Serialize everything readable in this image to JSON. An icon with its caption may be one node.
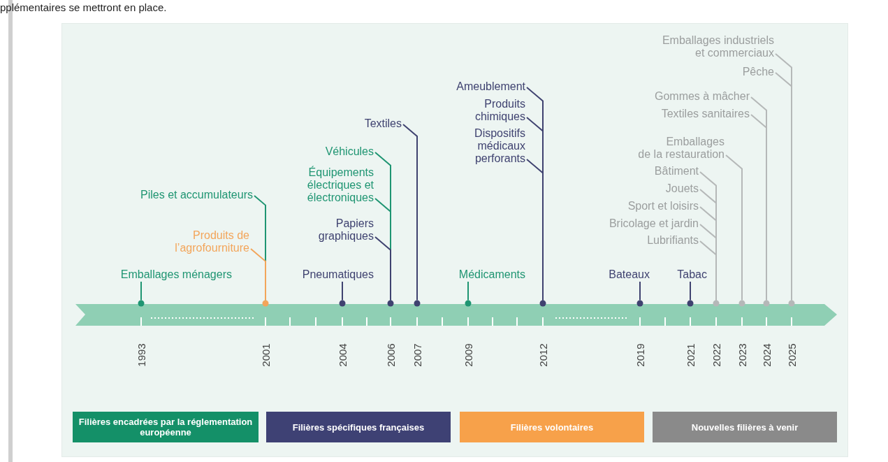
{
  "diagram": {
    "nodes": [
      {
        "text": [
          "Emballages ménagers"
        ]
      },
      {
        "text": [
          "Piles et accumulateurs"
        ]
      },
      {
        "text": [
          "Produits de l’agrofourniture"
        ]
      },
      {
        "text": [
          "Pneumatiques"
        ]
      },
      {
        "text": [
          "Véhicules"
        ]
      },
      {
        "text": [
          "Équipements électriques et électroniques"
        ]
      },
      {
        "text": [
          "Papiers graphiques"
        ]
      },
      {
        "text": [
          "Textiles"
        ]
      },
      {
        "text": [
          "Médicaments"
        ]
      },
      {
        "text": [
          "Ameublement"
        ]
      },
      {
        "text": [
          "Produits chimiques"
        ]
      },
      {
        "text": [
          "Dispositifs médicaux perforants"
        ]
      },
      {
        "text": [
          "Bateaux"
        ]
      },
      {
        "text": [
          "Tabac"
        ]
      },
      {
        "text": [
          "Bâtiment"
        ]
      },
      {
        "text": [
          "Jouets"
        ]
      },
      {
        "text": [
          "Sport et loisirs"
        ]
      },
      {
        "text": [
          "Bricolage et jardin"
        ]
      },
      {
        "text": [
          "Lubrifiants"
        ]
      },
      {
        "text": [
          "Emballages de la restauration"
        ]
      },
      {
        "text": [
          "Gommes à mâcher"
        ]
      },
      {
        "text": [
          "Textiles sanitaires"
        ]
      },
      {
        "text": [
          "Emballages industriels et commerciaux"
        ]
      },
      {
        "text": [
          "Pêche"
        ]
      },
      {
        "text": [],
        "shape": "circle",
        "beside": [
          "1993"
        ]
      },
      {
        "text": [],
        "shape": "circle",
        "beside": [
          "2001"
        ]
      },
      {
        "text": [],
        "shape": "circle",
        "beside": [
          "2004"
        ]
      },
      {
        "text": [],
        "shape": "circle",
        "beside": [
          "2006"
        ]
      },
      {
        "text": [],
        "shape": "circle",
        "beside": [
          "2007"
        ]
      },
      {
        "text": [],
        "shape": "circle",
        "beside": [
          "2009"
        ]
      },
      {
        "text": [],
        "shape": "circle",
        "beside": [
          "2012"
        ]
      },
      {
        "text": [],
        "shape": "circle",
        "beside": [
          "2019"
        ]
      },
      {
        "text": [],
        "shape": "circle",
        "beside": [
          "2021"
        ]
      },
      {
        "text": [],
        "shape": "circle",
        "beside": [
          "2022"
        ]
      },
      {
        "text": [],
        "shape": "circle",
        "beside": [
          "2023"
        ]
      },
      {
        "text": [],
        "shape": "circle",
        "beside": [
          "2024"
        ]
      },
      {
        "text": [],
        "shape": "circle",
        "beside": [
          "2025"
        ]
      }
    ],
    "edges": [
      {
        "from": 0,
        "to": 24,
        "arrow": "none",
        "color": "#1f9572"
      },
      {
        "from": 1,
        "to": 25,
        "arrow": "none",
        "color": "#1f9572"
      },
      {
        "from": 2,
        "to": 25,
        "arrow": "none",
        "color": "#f3a55a"
      },
      {
        "from": 3,
        "to": 26,
        "arrow": "none",
        "color": "#3f4270"
      },
      {
        "from": 4,
        "to": 27,
        "arrow": "none",
        "color": "#1f9572"
      },
      {
        "from": 5,
        "to": 27,
        "arrow": "none",
        "color": "#1f9572"
      },
      {
        "from": 6,
        "to": 27,
        "arrow": "none",
        "color": "#3f4270"
      },
      {
        "from": 7,
        "to": 28,
        "arrow": "none",
        "color": "#3f4270"
      },
      {
        "from": 8,
        "to": 29,
        "arrow": "none",
        "color": "#1f9572"
      },
      {
        "from": 9,
        "to": 30,
        "arrow": "none",
        "color": "#3f4270"
      },
      {
        "from": 10,
        "to": 30,
        "arrow": "none",
        "color": "#3f4270"
      },
      {
        "from": 11,
        "to": 30,
        "arrow": "none",
        "color": "#3f4270"
      },
      {
        "from": 12,
        "to": 31,
        "arrow": "none",
        "color": "#3f4270"
      },
      {
        "from": 13,
        "to": 32,
        "arrow": "none",
        "color": "#3f4270"
      },
      {
        "from": 14,
        "to": 33,
        "arrow": "none"
      },
      {
        "from": 15,
        "to": 33,
        "arrow": "none"
      },
      {
        "from": 16,
        "to": 33,
        "arrow": "none"
      },
      {
        "from": 17,
        "to": 33,
        "arrow": "none"
      },
      {
        "from": 18,
        "to": 33,
        "arrow": "none"
      },
      {
        "from": 19,
        "to": 34,
        "arrow": "none"
      },
      {
        "from": 20,
        "to": 35,
        "arrow": "none"
      },
      {
        "from": 21,
        "to": 35,
        "arrow": "none"
      },
      {
        "from": 22,
        "to": 36,
        "arrow": "none"
      },
      {
        "from": 23,
        "to": 36,
        "arrow": "none"
      }
    ],
    "labels": [
      "pplémentaires se mettront en place."
    ],
    "legend": [
      {
        "text": "Filières encadrées par la réglementation européenne",
        "color": "#149068"
      },
      {
        "text": "Filières spécifiques françaises",
        "color": "#3e4174"
      },
      {
        "text": "Filières volontaires",
        "color": "#f7a14a"
      },
      {
        "text": "Nouvelles filières à venir",
        "color": "#8a8a8a"
      }
    ]
  }
}
